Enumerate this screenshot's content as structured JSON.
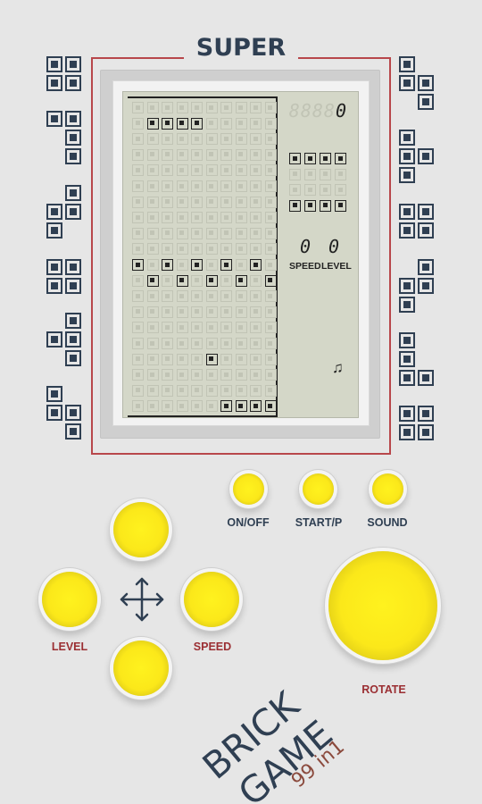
{
  "header": {
    "title": "SUPER"
  },
  "screen": {
    "score": "0",
    "score_mask": "88888",
    "speed": "0",
    "level": "0",
    "speed_label": "SPEED",
    "level_label": "LEVEL",
    "sound_indicator": "♫",
    "playfield": {
      "cols": 10,
      "rows": 20,
      "filled": [
        [
          1,
          1
        ],
        [
          2,
          1
        ],
        [
          3,
          1
        ],
        [
          4,
          1
        ],
        [
          0,
          10
        ],
        [
          2,
          10
        ],
        [
          4,
          10
        ],
        [
          6,
          10
        ],
        [
          8,
          10
        ],
        [
          1,
          11
        ],
        [
          3,
          11
        ],
        [
          5,
          11
        ],
        [
          7,
          11
        ],
        [
          9,
          11
        ],
        [
          5,
          16
        ],
        [
          6,
          19
        ],
        [
          7,
          19
        ],
        [
          8,
          19
        ],
        [
          9,
          19
        ]
      ]
    },
    "next_piece": {
      "cols": 4,
      "rows": 4,
      "filled": [
        [
          0,
          0
        ],
        [
          1,
          0
        ],
        [
          2,
          0
        ],
        [
          3,
          0
        ],
        [
          0,
          3
        ],
        [
          1,
          3
        ],
        [
          2,
          3
        ],
        [
          3,
          3
        ]
      ]
    }
  },
  "buttons": {
    "on_off": "ON/OFF",
    "start_pause": "START/P",
    "sound": "SOUND",
    "level": "LEVEL",
    "speed": "SPEED",
    "rotate": "ROTATE"
  },
  "icons": {
    "dpad": "four-way-arrow-icon"
  },
  "logo": {
    "line1": "BRICK",
    "line2": "GAME",
    "line3": "99 in1"
  },
  "colors": {
    "body": "#e6e6e6",
    "frame": "#b8474b",
    "lcd": "#d4d7c8",
    "pixel_on": "#222222",
    "pixel_off": "#c1c4b5",
    "button": "#fbe81a",
    "text_dark": "#2f3f52",
    "text_red": "#9b2f33"
  }
}
